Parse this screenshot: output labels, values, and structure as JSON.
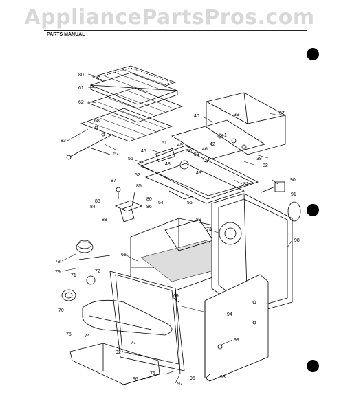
{
  "watermark": "AppliancePartsPros.com",
  "header": {
    "manual_label": "PARTS MANUAL"
  },
  "part_labels": [
    {
      "id": "p80a",
      "text": "80"
    },
    {
      "id": "p61",
      "text": "61"
    },
    {
      "id": "p62",
      "text": "62"
    },
    {
      "id": "p68",
      "text": "68"
    },
    {
      "id": "p83a",
      "text": "83"
    },
    {
      "id": "p57",
      "text": "57"
    },
    {
      "id": "p40",
      "text": "40"
    },
    {
      "id": "p39",
      "text": "39"
    },
    {
      "id": "p37",
      "text": "37"
    },
    {
      "id": "p41",
      "text": "41"
    },
    {
      "id": "p51",
      "text": "51"
    },
    {
      "id": "p49",
      "text": "49"
    },
    {
      "id": "p50",
      "text": "50"
    },
    {
      "id": "p46",
      "text": "46"
    },
    {
      "id": "p42",
      "text": "42"
    },
    {
      "id": "p45",
      "text": "45"
    },
    {
      "id": "p53",
      "text": "53"
    },
    {
      "id": "p38",
      "text": "38"
    },
    {
      "id": "p56",
      "text": "56"
    },
    {
      "id": "p48",
      "text": "48"
    },
    {
      "id": "p82",
      "text": "82"
    },
    {
      "id": "p52",
      "text": "52"
    },
    {
      "id": "p43",
      "text": "43"
    },
    {
      "id": "p87",
      "text": "87"
    },
    {
      "id": "p85",
      "text": "85"
    },
    {
      "id": "p80b",
      "text": "80"
    },
    {
      "id": "p54",
      "text": "54"
    },
    {
      "id": "p55",
      "text": "55"
    },
    {
      "id": "p81",
      "text": "81"
    },
    {
      "id": "p90",
      "text": "90"
    },
    {
      "id": "p83b",
      "text": "83"
    },
    {
      "id": "p84",
      "text": "84"
    },
    {
      "id": "p86",
      "text": "86"
    },
    {
      "id": "p88",
      "text": "88"
    },
    {
      "id": "p91",
      "text": "91"
    },
    {
      "id": "p89",
      "text": "89"
    },
    {
      "id": "p73",
      "text": "73"
    },
    {
      "id": "p98",
      "text": "98"
    },
    {
      "id": "p78",
      "text": "78"
    },
    {
      "id": "p66",
      "text": "66"
    },
    {
      "id": "p79",
      "text": "79"
    },
    {
      "id": "p71",
      "text": "71"
    },
    {
      "id": "p72",
      "text": "72"
    },
    {
      "id": "p69",
      "text": "69"
    },
    {
      "id": "p70",
      "text": "70"
    },
    {
      "id": "p94",
      "text": "94"
    },
    {
      "id": "p75",
      "text": "75"
    },
    {
      "id": "p74",
      "text": "74"
    },
    {
      "id": "p77",
      "text": "77"
    },
    {
      "id": "p99",
      "text": "99"
    },
    {
      "id": "p92",
      "text": "92"
    },
    {
      "id": "p76",
      "text": "76"
    },
    {
      "id": "p96",
      "text": "96"
    },
    {
      "id": "p95",
      "text": "95"
    },
    {
      "id": "p93",
      "text": "93"
    },
    {
      "id": "p97",
      "text": "97"
    }
  ]
}
